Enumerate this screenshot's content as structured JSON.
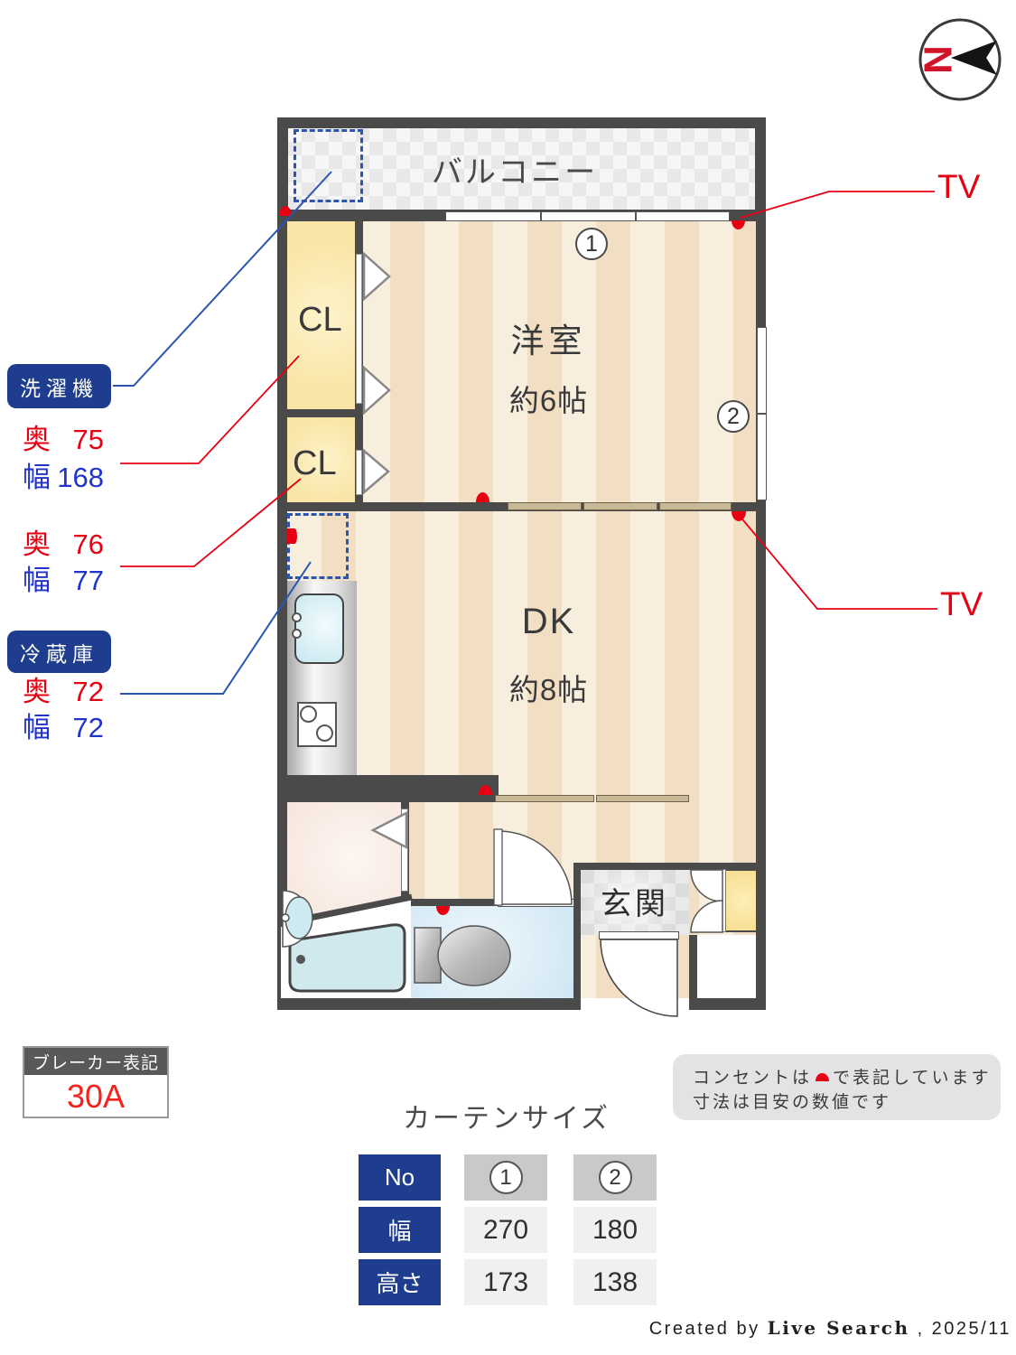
{
  "compass": {
    "north_letter": "N"
  },
  "plan": {
    "balcony_label": "バルコニー",
    "western_room": {
      "name": "洋室",
      "size": "約6帖"
    },
    "dk": {
      "name": "DK",
      "size": "約8帖"
    },
    "entrance_label": "玄関",
    "closet_top_label": "CL",
    "closet_bottom_label": "CL",
    "curtain_mark_1": "1",
    "curtain_mark_2": "2"
  },
  "annotations": {
    "washer_badge": "洗濯機",
    "washer_depth_label": "奥",
    "washer_depth": "75",
    "washer_width_label": "幅",
    "washer_width": "168",
    "closet_depth_label": "奥",
    "closet_depth": "76",
    "closet_width_label": "幅",
    "closet_width": "77",
    "fridge_badge": "冷蔵庫",
    "fridge_depth_label": "奥",
    "fridge_depth": "72",
    "fridge_width_label": "幅",
    "fridge_width": "72",
    "tv_upper": "TV",
    "tv_lower": "TV"
  },
  "breaker": {
    "title": "ブレーカー表記",
    "value": "30A"
  },
  "curtain_table": {
    "title": "カーテンサイズ",
    "header_no": "No",
    "header_width": "幅",
    "header_height": "高さ",
    "col1": {
      "no": "1",
      "width": "270",
      "height": "173"
    },
    "col2": {
      "no": "2",
      "width": "180",
      "height": "138"
    }
  },
  "notes": {
    "line1_pre": "コンセントは",
    "line1_post": "で表記しています",
    "line2": "寸法は目安の数値です"
  },
  "credit": {
    "prefix": "Created by",
    "brand": "Live Search",
    "suffix": ", 2025/11"
  },
  "colors": {
    "accent_red": "#e60012",
    "accent_blue": "#2233cc",
    "navy": "#1e3d8f",
    "wall": "#4a4a4a"
  }
}
